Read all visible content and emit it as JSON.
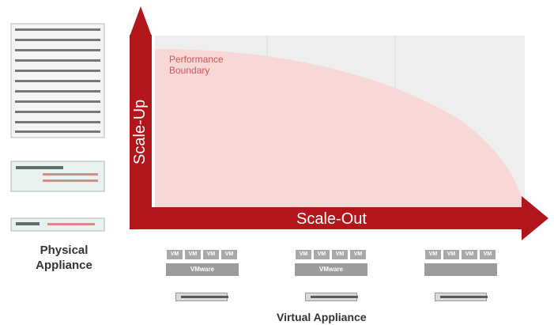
{
  "diagram": {
    "performance_label_line1": "Performance",
    "performance_label_line2": "Boundary",
    "x_axis_label": "Scale-Out",
    "y_axis_label": "Scale-Up",
    "physical_label_line1": "Physical",
    "physical_label_line2": "Appliance",
    "virtual_label": "Virtual Appliance",
    "vm_label": "VM",
    "hypervisor_label": "VMware",
    "colors": {
      "axis_red": "#b2161b",
      "boundary_fill": "#f8d7d7",
      "panel_fill": "#eeeeee",
      "chip_gray": "#a9a9a9"
    }
  }
}
